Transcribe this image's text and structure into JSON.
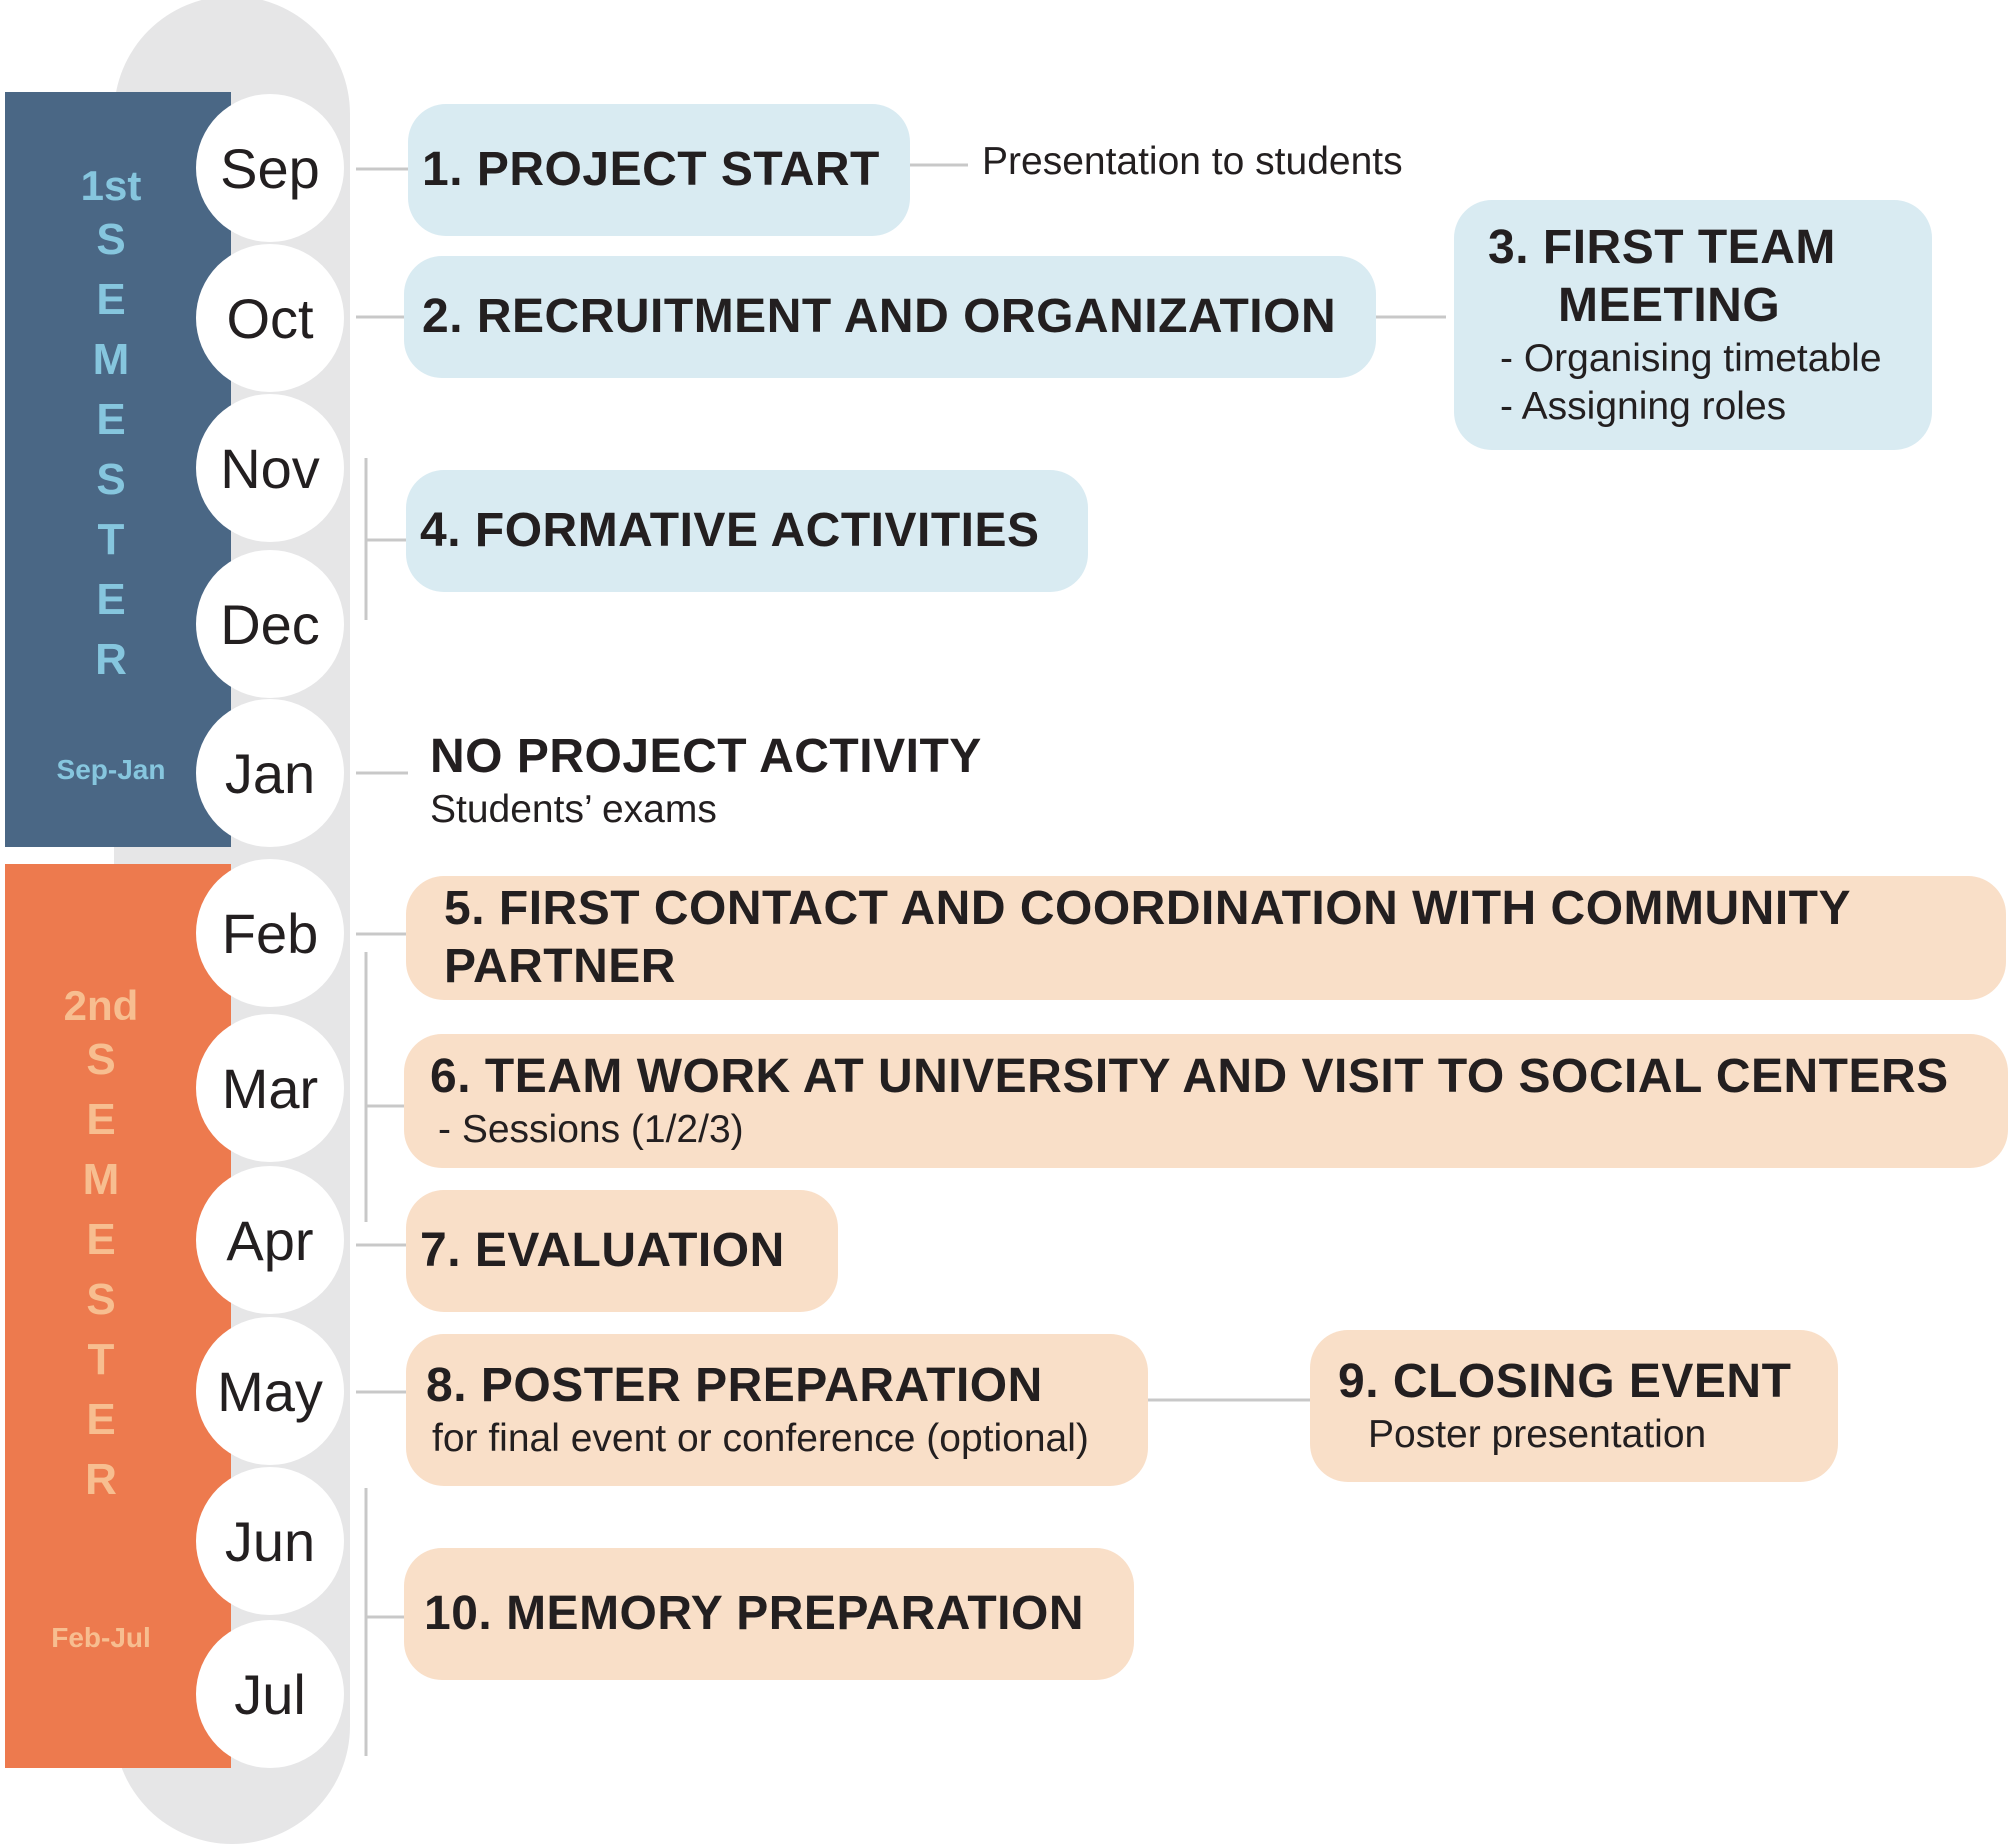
{
  "semesters": [
    {
      "ordinal": "1st",
      "word_letters": [
        "S",
        "E",
        "M",
        "E",
        "S",
        "T",
        "E",
        "R"
      ],
      "range": "Sep-Jan",
      "color": "#4a6785",
      "text_color": "#86c6de"
    },
    {
      "ordinal": "2nd",
      "word_letters": [
        "S",
        "E",
        "M",
        "E",
        "S",
        "T",
        "E",
        "R"
      ],
      "range": "Feb-Jul",
      "color": "#ed7a4e",
      "text_color": "#f7be90"
    }
  ],
  "months": [
    "Sep",
    "Oct",
    "Nov",
    "Dec",
    "Jan",
    "Feb",
    "Mar",
    "Apr",
    "May",
    "Jun",
    "Jul"
  ],
  "steps": {
    "s1": {
      "title": "1. PROJECT START",
      "note": "Presentation to students"
    },
    "s2": {
      "title": "2. RECRUITMENT AND ORGANIZATION"
    },
    "s3": {
      "title_line1": "3. FIRST TEAM",
      "title_line2": "MEETING",
      "items": [
        "- Organising timetable",
        "- Assigning roles"
      ]
    },
    "s4": {
      "title": "4. FORMATIVE ACTIVITIES"
    },
    "jan": {
      "title": "NO PROJECT ACTIVITY",
      "sub": "Students’ exams"
    },
    "s5": {
      "title_line1": "5. FIRST CONTACT AND COORDINATION WITH COMMUNITY",
      "title_line2": "PARTNER"
    },
    "s6": {
      "title": "6. TEAM WORK AT UNIVERSITY AND VISIT TO SOCIAL CENTERS",
      "sub": "- Sessions (1/2/3)"
    },
    "s7": {
      "title": "7. EVALUATION"
    },
    "s8": {
      "title": "8. POSTER PREPARATION",
      "sub": "for final event or conference (optional)"
    },
    "s9": {
      "title": "9. CLOSING EVENT",
      "sub": "Poster presentation"
    },
    "s10": {
      "title": "10. MEMORY PREPARATION"
    }
  },
  "colors": {
    "semester1": "#4a6785",
    "semester2": "#ed7a4e",
    "box_blue": "#d9ebf2",
    "box_peach": "#f9dfc8",
    "track": "#e6e6e7",
    "connector": "#c8c8c8"
  }
}
